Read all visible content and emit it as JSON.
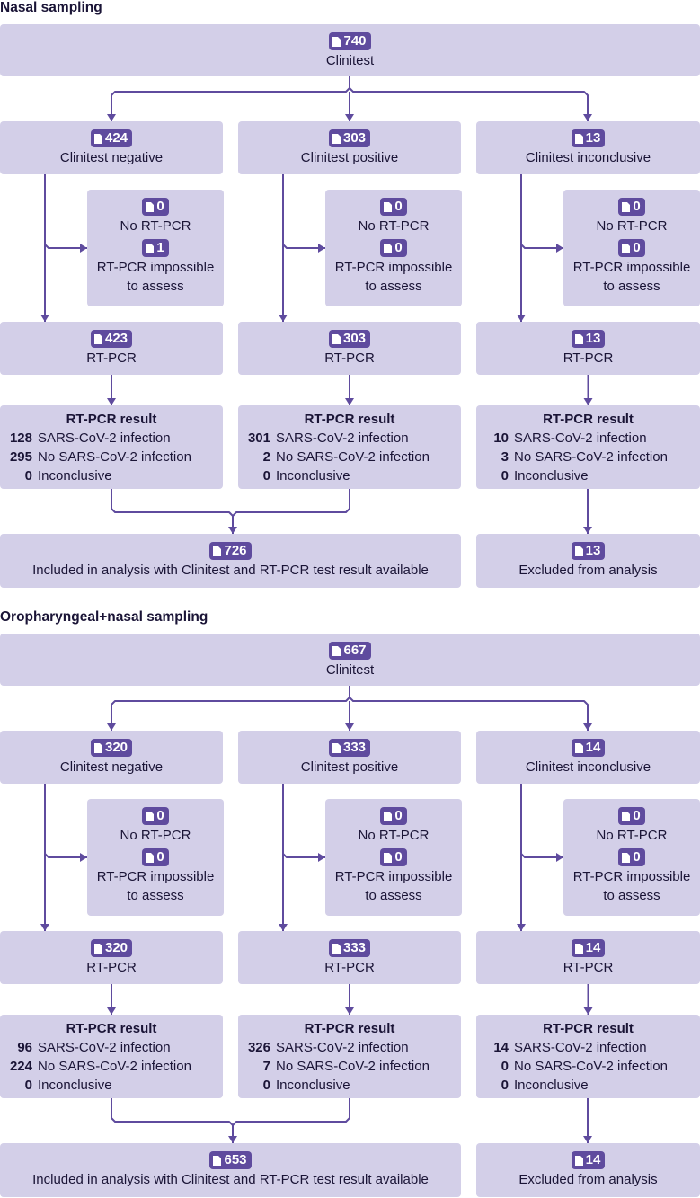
{
  "icon": "document-icon",
  "colors": {
    "box": "#d3cfe8",
    "accent": "#5f4b9e",
    "text": "#1a1436"
  },
  "labels": {
    "clinitest": "Clinitest",
    "negative": "Clinitest negative",
    "positive": "Clinitest positive",
    "inconclusive": "Clinitest inconclusive",
    "no_rtpcr": "No RT-PCR",
    "impossible_1": "RT-PCR impossible",
    "impossible_2": "to assess",
    "rtpcr": "RT-PCR",
    "result_title": "RT-PCR result",
    "infection": "SARS-CoV-2 infection",
    "no_infection": "No SARS-CoV-2 infection",
    "inconclusive_short": "Inconclusive",
    "included": "Included in analysis with Clinitest and RT-PCR test result available",
    "excluded": "Excluded from analysis"
  },
  "sections": [
    {
      "title": "Nasal sampling",
      "clinitest_total": "740",
      "branches": [
        {
          "count": "424",
          "no_rtpcr": "0",
          "impossible": "1",
          "rtpcr": "423",
          "infection": "128",
          "no_infection": "295",
          "inconclusive": "0"
        },
        {
          "count": "303",
          "no_rtpcr": "0",
          "impossible": "0",
          "rtpcr": "303",
          "infection": "301",
          "no_infection": "2",
          "inconclusive": "0"
        },
        {
          "count": "13",
          "no_rtpcr": "0",
          "impossible": "0",
          "rtpcr": "13",
          "infection": "10",
          "no_infection": "3",
          "inconclusive": "0"
        }
      ],
      "included": "726",
      "excluded": "13"
    },
    {
      "title": "Oropharyngeal+nasal sampling",
      "clinitest_total": "667",
      "branches": [
        {
          "count": "320",
          "no_rtpcr": "0",
          "impossible": "0",
          "rtpcr": "320",
          "infection": "96",
          "no_infection": "224",
          "inconclusive": "0"
        },
        {
          "count": "333",
          "no_rtpcr": "0",
          "impossible": "0",
          "rtpcr": "333",
          "infection": "326",
          "no_infection": "7",
          "inconclusive": "0"
        },
        {
          "count": "14",
          "no_rtpcr": "0",
          "impossible": "0",
          "rtpcr": "14",
          "infection": "14",
          "no_infection": "0",
          "inconclusive": "0"
        }
      ],
      "included": "653",
      "excluded": "14"
    }
  ]
}
